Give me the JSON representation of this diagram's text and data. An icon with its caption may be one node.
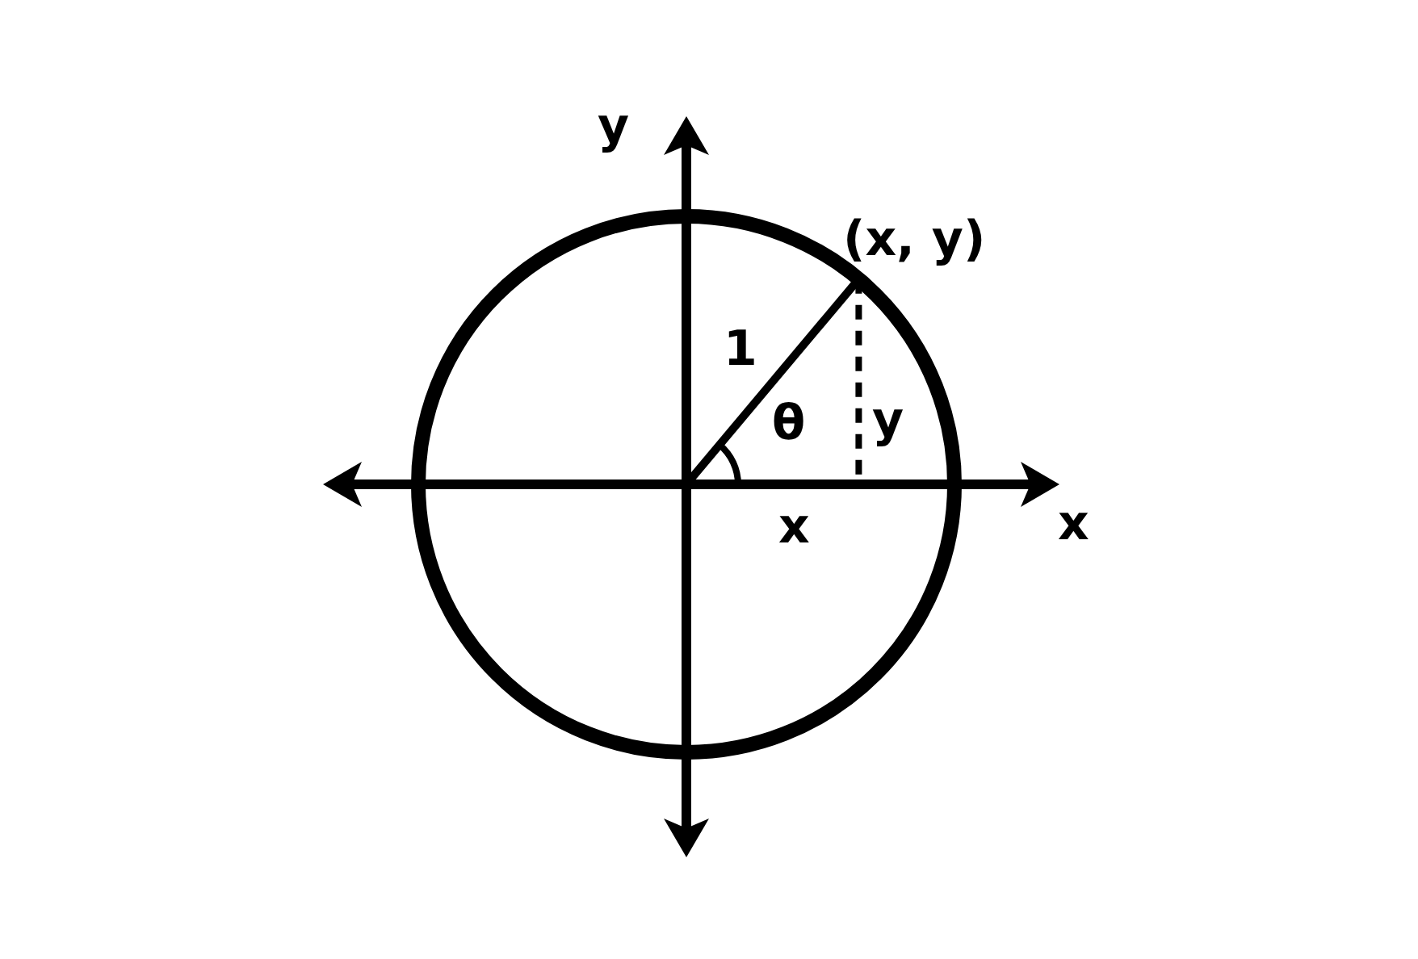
{
  "diagram": {
    "labels": [
      "y",
      "(x, y)",
      "1",
      "θ",
      "y",
      "x",
      "x"
    ]
  }
}
